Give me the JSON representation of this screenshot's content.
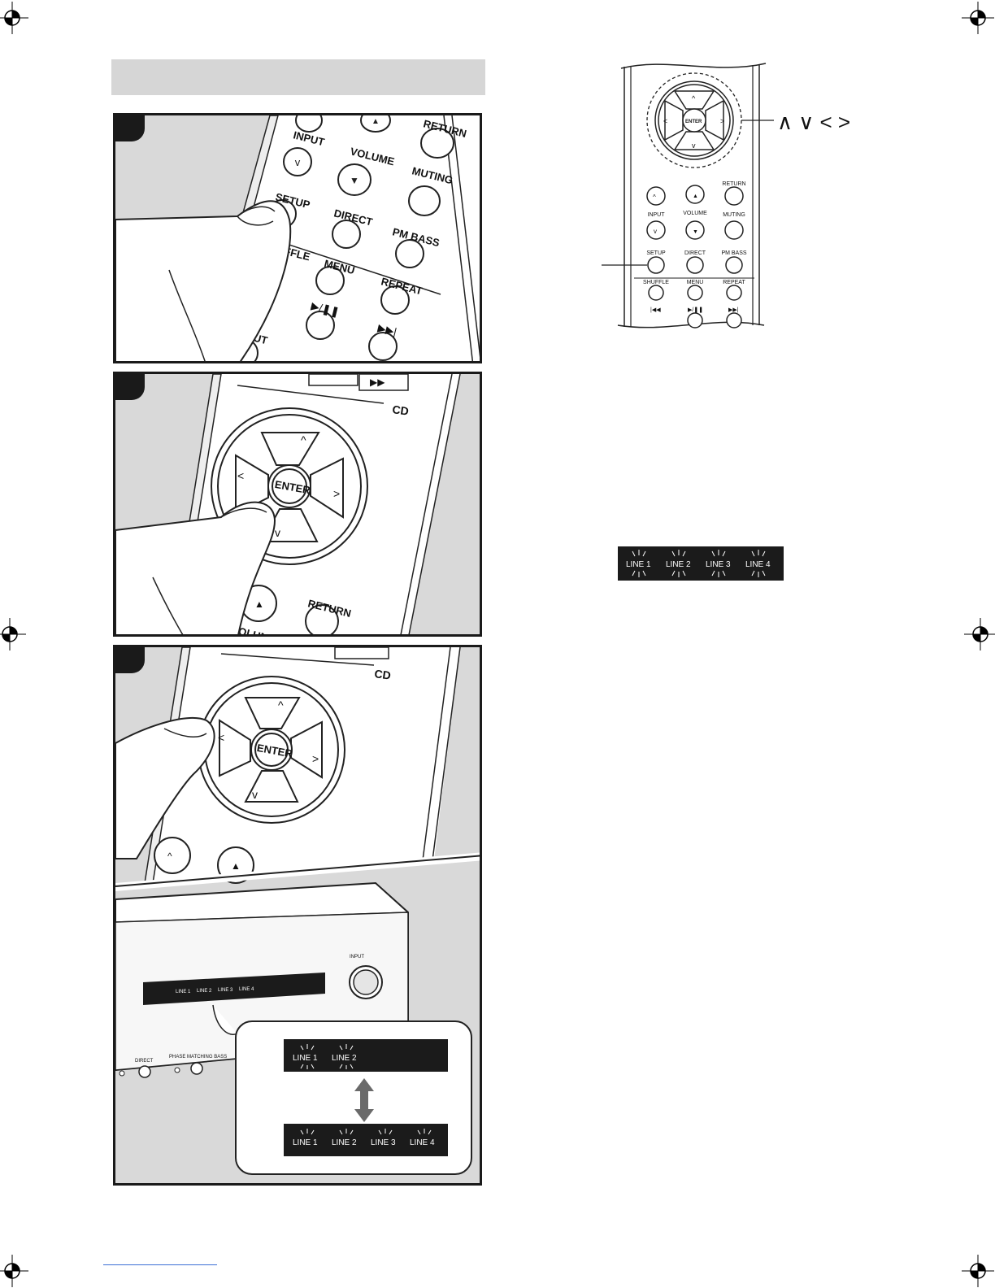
{
  "remote_detail": {
    "nav_up": "^",
    "nav_down": "v",
    "nav_left": "<",
    "nav_right": ">",
    "enter_label": "ENTER",
    "callout_arrows": "∧ ∨ < >",
    "buttons": {
      "return": "RETURN",
      "input": "INPUT",
      "volume": "VOLUME",
      "muting": "MUTING",
      "setup": "SETUP",
      "direct": "DIRECT",
      "pm_bass": "PM BASS",
      "shuffle": "SHUFFLE",
      "menu": "MENU",
      "repeat": "REPEAT"
    }
  },
  "line_display": {
    "labels": [
      "LINE 1",
      "LINE 2",
      "LINE 3",
      "LINE 4"
    ]
  },
  "step1": {
    "buttons": {
      "return": "RETURN",
      "input": "INPUT",
      "volume": "VOLUME",
      "muting": "MUTING",
      "setup": "SETUP",
      "direct": "DIRECT",
      "pm_bass": "PM BASS",
      "shuffle": "SHUFFLE",
      "menu": "MENU",
      "repeat": "REPEAT",
      "input2": "INPUT"
    }
  },
  "step2": {
    "cd_label": "CD",
    "enter_label": "ENTER",
    "return": "RETURN",
    "volume": "VOLUME"
  },
  "step3": {
    "cd_label": "CD",
    "enter_label": "ENTER",
    "device_input": "INPUT",
    "device_lines": [
      "LINE 1",
      "LINE 2",
      "LINE 3",
      "LINE 4"
    ],
    "device_direct": "DIRECT",
    "device_pmb": "PHASE MATCHING BASS",
    "zoom_top": [
      "LINE 1",
      "LINE 2"
    ],
    "zoom_bottom": [
      "LINE 1",
      "LINE 2",
      "LINE 3",
      "LINE 4"
    ]
  },
  "colors": {
    "panel_border": "#1a1a1a",
    "header_gray": "#d6d6d6",
    "shade_gray": "#d9d9d9",
    "display_black": "#1b1b1b",
    "footer_link": "#3b6fd6"
  }
}
